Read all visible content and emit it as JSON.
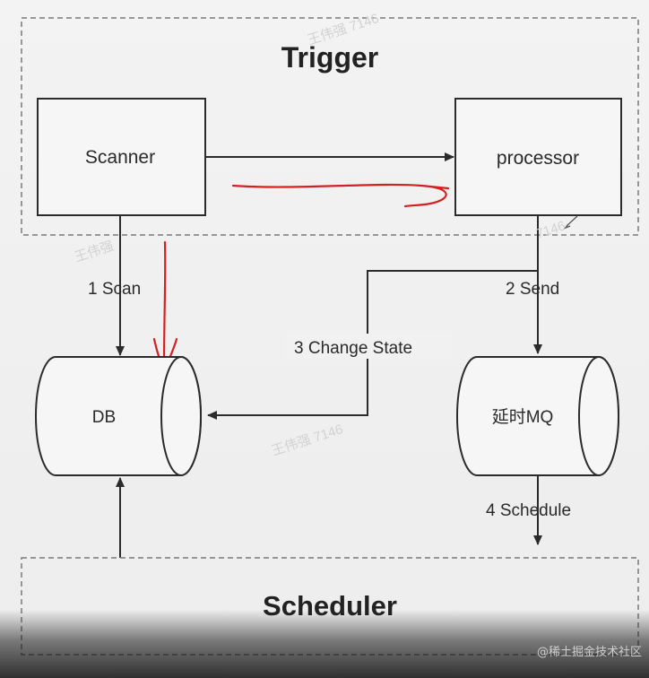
{
  "diagram": {
    "trigger_title": "Trigger",
    "scheduler_title": "Scheduler",
    "scanner_label": "Scanner",
    "processor_label": "processor",
    "db_label": "DB",
    "mq_label": "延时MQ",
    "edge_scan": "1 Scan",
    "edge_send": "2 Send",
    "edge_change_state": "3 Change State",
    "edge_schedule": "4 Schedule"
  },
  "watermarks": [
    "王伟强 7146",
    "王伟强",
    "王伟强 7146",
    "7146"
  ],
  "footer": {
    "credit": "@稀土掘金技术社区"
  },
  "colors": {
    "line": "#2b2b2b",
    "dashed": "#7a7a7a",
    "annotation_red": "#d42020"
  }
}
